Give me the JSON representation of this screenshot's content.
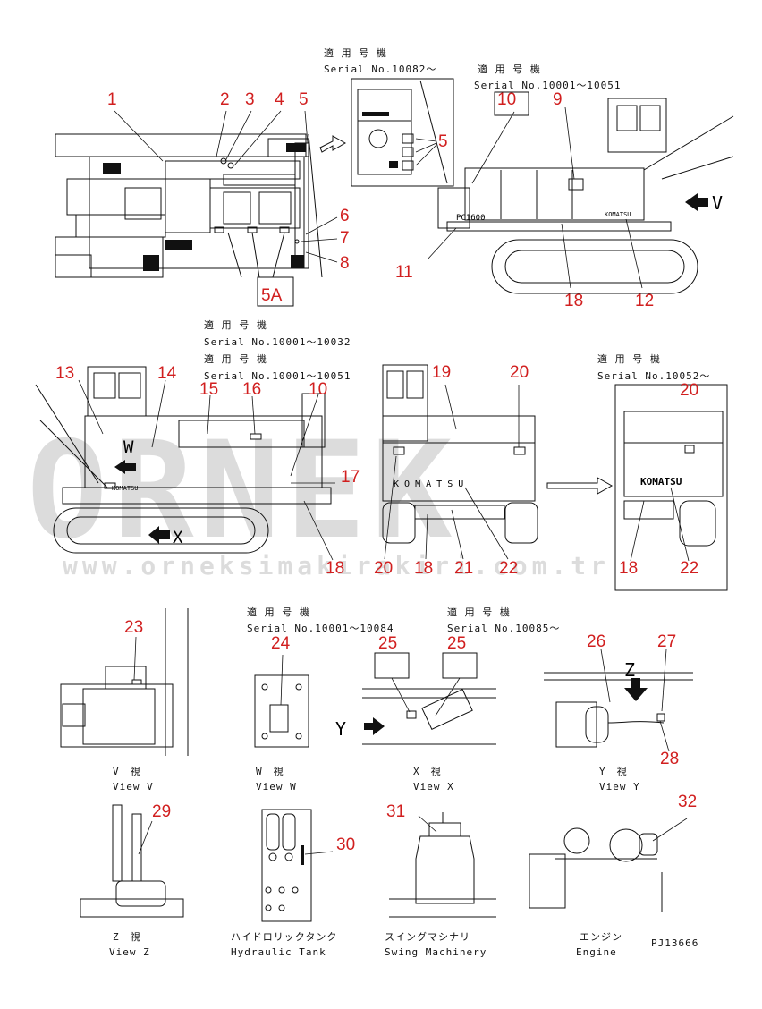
{
  "meta": {
    "drawing_code": "PJ13666",
    "watermark_brand": "ORNEK",
    "watermark_url": "www.orneksimakirakiri.com.tr"
  },
  "serial_labels": {
    "s1_jp": "適 用 号 機",
    "s1_no": "Serial No.10082～",
    "s2_jp": "適 用 号 機",
    "s2_no": "Serial No.10001～10051",
    "s3_jp": "適 用 号 機",
    "s3_no": "Serial No.10001～10032",
    "s4_jp": "適 用 号 機",
    "s4_no": "Serial No.10001～10051",
    "s5_jp": "適 用 号 機",
    "s5_no": "Serial No.10052～",
    "s6_jp": "適 用 号 機",
    "s6_no": "Serial No.10001～10084",
    "s7_jp": "適 用 号 機",
    "s7_no": "Serial No.10085～"
  },
  "callouts": {
    "c1": "1",
    "c2": "2",
    "c3": "3",
    "c4": "4",
    "c5": "5",
    "c5b": "5",
    "c5a": "5A",
    "c6": "6",
    "c7": "7",
    "c8": "8",
    "c9": "9",
    "c10": "10",
    "c10b": "10",
    "c11": "11",
    "c12": "12",
    "c13": "13",
    "c14": "14",
    "c15": "15",
    "c16": "16",
    "c17": "17",
    "c18a": "18",
    "c18b": "18",
    "c18c": "18",
    "c18d": "18",
    "c19": "19",
    "c20a": "20",
    "c20b": "20",
    "c20c": "20",
    "c21": "21",
    "c22a": "22",
    "c22b": "22",
    "c23": "23",
    "c24": "24",
    "c25a": "25",
    "c25b": "25",
    "c26": "26",
    "c27": "27",
    "c28": "28",
    "c29": "29",
    "c30": "30",
    "c31": "31",
    "c32": "32"
  },
  "view_letters": {
    "v": "V",
    "w": "W",
    "x": "X",
    "y": "Y",
    "z": "Z"
  },
  "machine_text": {
    "komatsu": "KOMATSU",
    "komatsu_spaced": "K O M A T S U",
    "model": "PC1600"
  },
  "view_labels": {
    "v_jp": "V　視",
    "v_en": "View V",
    "w_jp": "W　視",
    "w_en": "View W",
    "x_jp": "X　視",
    "x_en": "View X",
    "y_jp": "Y　視",
    "y_en": "View Y",
    "z_jp": "Z　視",
    "z_en": "View Z",
    "hyd_jp": "ハイドロリックタンク",
    "hyd_en": "Hydraulic Tank",
    "swing_jp": "スイングマシナリ",
    "swing_en": "Swing Machinery",
    "eng_jp": "エンジン",
    "eng_en": "Engine"
  }
}
